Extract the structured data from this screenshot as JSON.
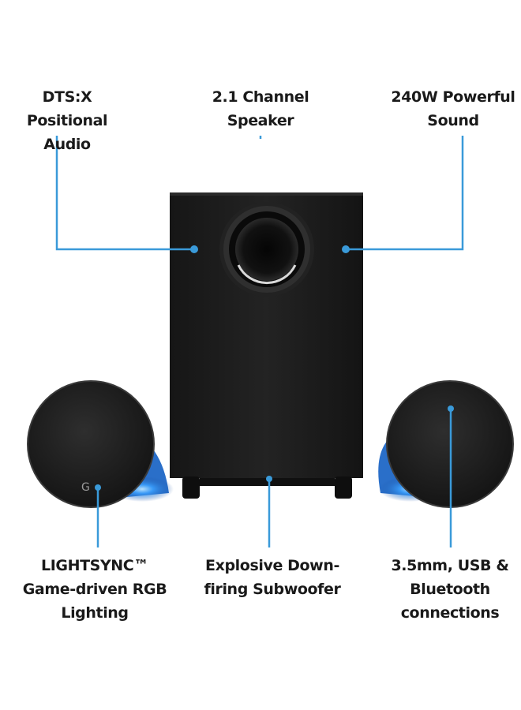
{
  "features": {
    "positional_audio": "DTS:X Positional\nAudio",
    "channel": "2.1 Channel\nSpeaker",
    "power": "240W Powerful\nSound",
    "lighting": "LIGHTSYNC™\nGame-driven RGB\nLighting",
    "subwoofer": "Explosive Down-\nfiring Subwoofer",
    "connections": "3.5mm, USB &\nBluetooth\nconnections"
  },
  "colors": {
    "callout_line": "#3a9ad9",
    "speaker_body": "#1b1b1b",
    "rgb_glow": "#2f7fe0",
    "text": "#1a1a1a"
  }
}
